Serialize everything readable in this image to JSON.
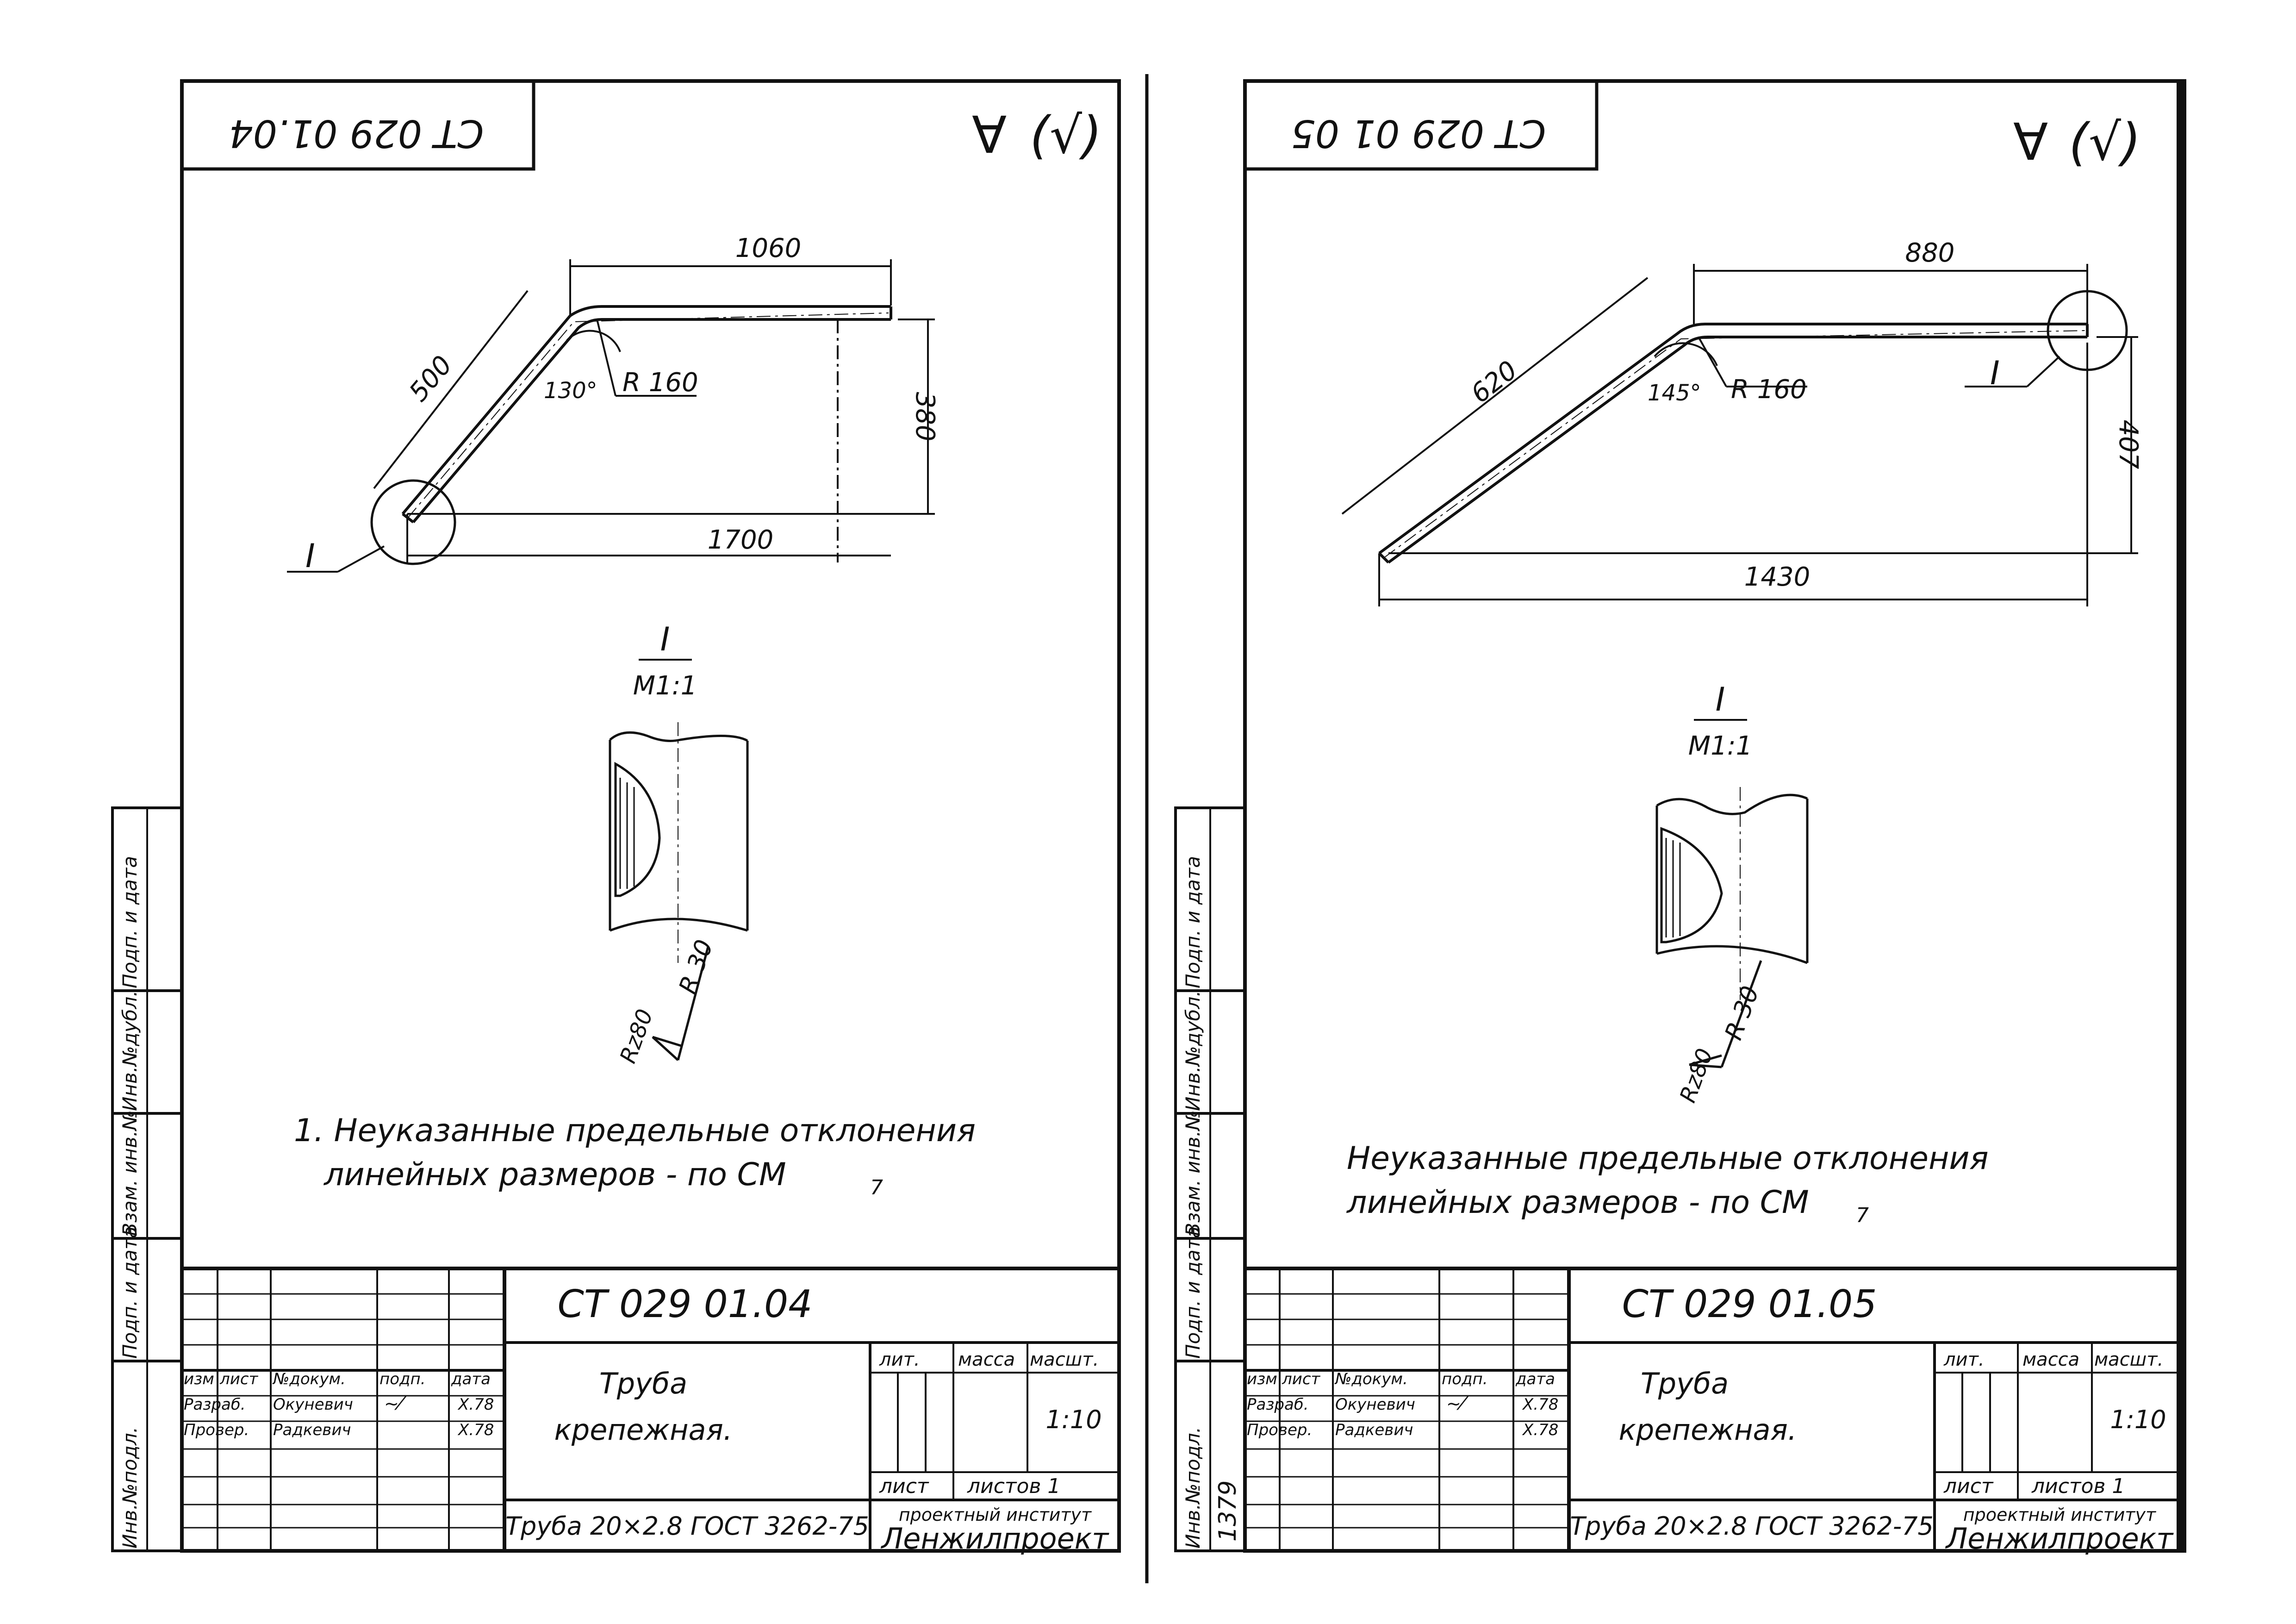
{
  "sheets": [
    {
      "code_top": "СТ 029 01.04",
      "roughness": "(√)",
      "dims": {
        "straight": "1060",
        "bent": "500",
        "height": "380",
        "total": "1700",
        "angle": "130°",
        "radius": "R 160"
      },
      "callout": "I",
      "detail": {
        "label": "I",
        "scale": "M1:1",
        "r1": "R 30",
        "r2": "Rz80"
      },
      "note_line1": "1. Неуказанные предельные отклонения",
      "note_line2": "линейных размеров - по СМ",
      "note_sub": "7",
      "side_labels": [
        "Инв.№подл.",
        "Подп. и дата",
        "Взам. инв.№",
        "Инв.№дубл.",
        "Подп. и дата"
      ],
      "archive_no": "",
      "title_block": {
        "designation": "СТ 029 01.04",
        "h_izm": "изм",
        "h_list": "лист",
        "h_doc": "№докум.",
        "h_sign": "подп.",
        "h_date": "дата",
        "role1": "Разраб.",
        "name1": "Окуневич",
        "date1": "Х.78",
        "role2": "Провер.",
        "name2": "Радкевич",
        "date2": "Х.78",
        "name_l1": "Труба",
        "name_l2": "крепежная.",
        "h_lit": "лит.",
        "h_mass": "масса",
        "h_scale": "масшт.",
        "scale": "1:10",
        "sheet_label": "лист",
        "sheets_label": "листов 1",
        "material": "Труба 20×2.8 ГОСТ 3262-75",
        "org1": "проектный институт",
        "org2": "Ленжилпроект"
      }
    },
    {
      "code_top": "СТ 029 01 05",
      "roughness": "(√)",
      "dims": {
        "straight": "880",
        "bent": "620",
        "height": "407",
        "total": "1430",
        "angle": "145°",
        "radius": "R 160"
      },
      "callout": "I",
      "detail": {
        "label": "I",
        "scale": "M1:1",
        "r1": "R 30",
        "r2": "Rz80"
      },
      "note_line1": "Неуказанные предельные отклонения",
      "note_line2": "линейных размеров - по СМ",
      "note_sub": "7",
      "side_labels": [
        "Инв.№подл.",
        "Подп. и дата",
        "Взам. инв.№",
        "Инв.№дубл.",
        "Подп. и дата"
      ],
      "archive_no": "1379",
      "title_block": {
        "designation": "СТ 029 01.05",
        "h_izm": "изм",
        "h_list": "лист",
        "h_doc": "№докум.",
        "h_sign": "подп.",
        "h_date": "дата",
        "role1": "Разраб.",
        "name1": "Окуневич",
        "date1": "Х.78",
        "role2": "Провер.",
        "name2": "Радкевич",
        "date2": "Х.78",
        "name_l1": "Труба",
        "name_l2": "крепежная.",
        "h_lit": "лит.",
        "h_mass": "масса",
        "h_scale": "масшт.",
        "scale": "1:10",
        "sheet_label": "лист",
        "sheets_label": "листов 1",
        "material": "Труба 20×2.8 ГОСТ 3262-75",
        "org1": "проектный институт",
        "org2": "Ленжилпроект"
      }
    }
  ]
}
